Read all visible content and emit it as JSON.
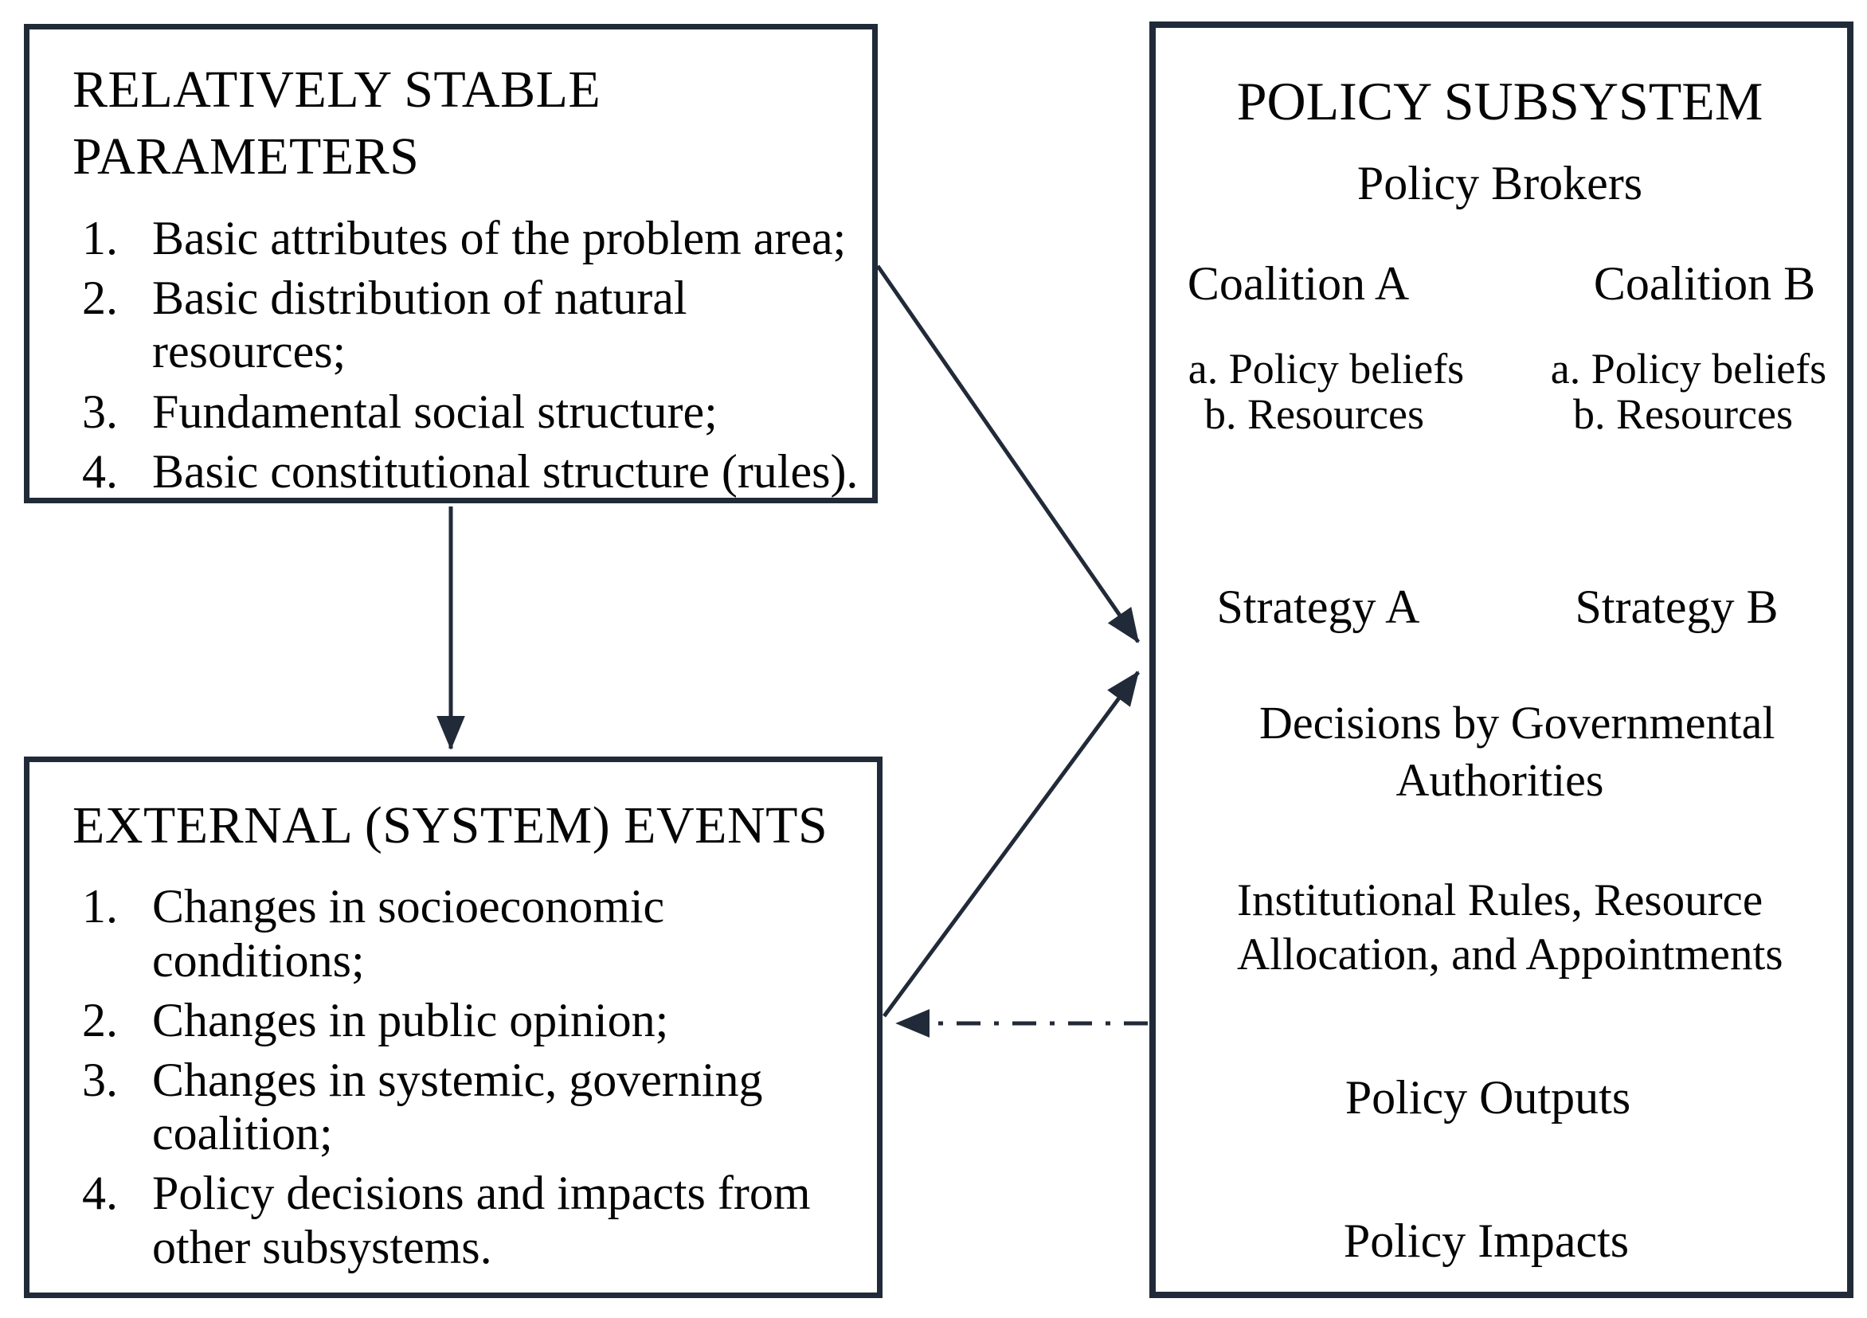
{
  "colors": {
    "line": "#212a38",
    "text": "#050505",
    "background": "#ffffff"
  },
  "stable_parameters": {
    "title_lines": [
      "RELATIVELY STABLE",
      "PARAMETERS"
    ],
    "items": [
      {
        "num": "1.",
        "lines": [
          "Basic attributes of the problem area;"
        ]
      },
      {
        "num": "2.",
        "lines": [
          "Basic distribution of natural",
          "resources;"
        ]
      },
      {
        "num": "3.",
        "lines": [
          "Fundamental social structure;"
        ]
      },
      {
        "num": "4.",
        "lines": [
          "Basic constitutional structure (rules)."
        ]
      }
    ]
  },
  "external_events": {
    "title_lines": [
      "EXTERNAL (SYSTEM) EVENTS"
    ],
    "items": [
      {
        "num": "1.",
        "lines": [
          "Changes in socioeconomic",
          "conditions;"
        ]
      },
      {
        "num": "2.",
        "lines": [
          "Changes in public opinion;"
        ]
      },
      {
        "num": "3.",
        "lines": [
          "Changes in systemic, governing",
          "coalition;"
        ]
      },
      {
        "num": "4.",
        "lines": [
          "Policy decisions and impacts from",
          "other subsystems."
        ]
      }
    ]
  },
  "policy_subsystem": {
    "title": "POLICY SUBSYSTEM",
    "policy_brokers": "Policy Brokers",
    "coalition_a": "Coalition A",
    "coalition_b": "Coalition B",
    "beliefs_a": "a. Policy beliefs",
    "resources_a": "b. Resources",
    "beliefs_b": "a. Policy beliefs",
    "resources_b": "b. Resources",
    "strategy_a": "Strategy A",
    "strategy_b": "Strategy B",
    "decisions_lines": [
      "Decisions by Governmental",
      "Authorities"
    ],
    "institutional_lines": [
      "Institutional Rules, Resource",
      "Allocation, and Appointments"
    ],
    "policy_outputs": "Policy Outputs",
    "policy_impacts": "Policy Impacts"
  }
}
